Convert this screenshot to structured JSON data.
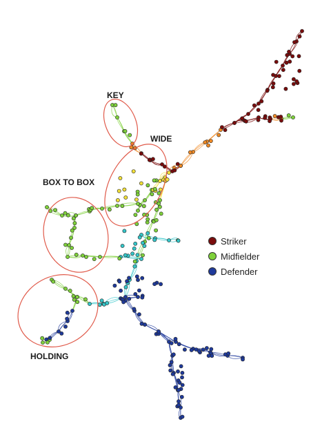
{
  "clusters": [
    {
      "label": "KEY"
    },
    {
      "label": "WIDE"
    },
    {
      "label": "BOX TO BOX"
    },
    {
      "label": "HOLDING"
    }
  ],
  "legend": [
    {
      "label": "Striker",
      "color": "#7a0c0c"
    },
    {
      "label": "Midfielder",
      "color": "#7fd13b"
    },
    {
      "label": "Defender",
      "color": "#1f3a9b"
    }
  ],
  "colors": {
    "cluster_outline": "#e05a4a",
    "striker": "#7a0c0c",
    "midfielder": "#7fd13b",
    "defender": "#1f3a9b",
    "transition_orange": "#f08a24",
    "transition_yellow": "#f2e03a",
    "transition_cyan": "#35c6c9"
  }
}
